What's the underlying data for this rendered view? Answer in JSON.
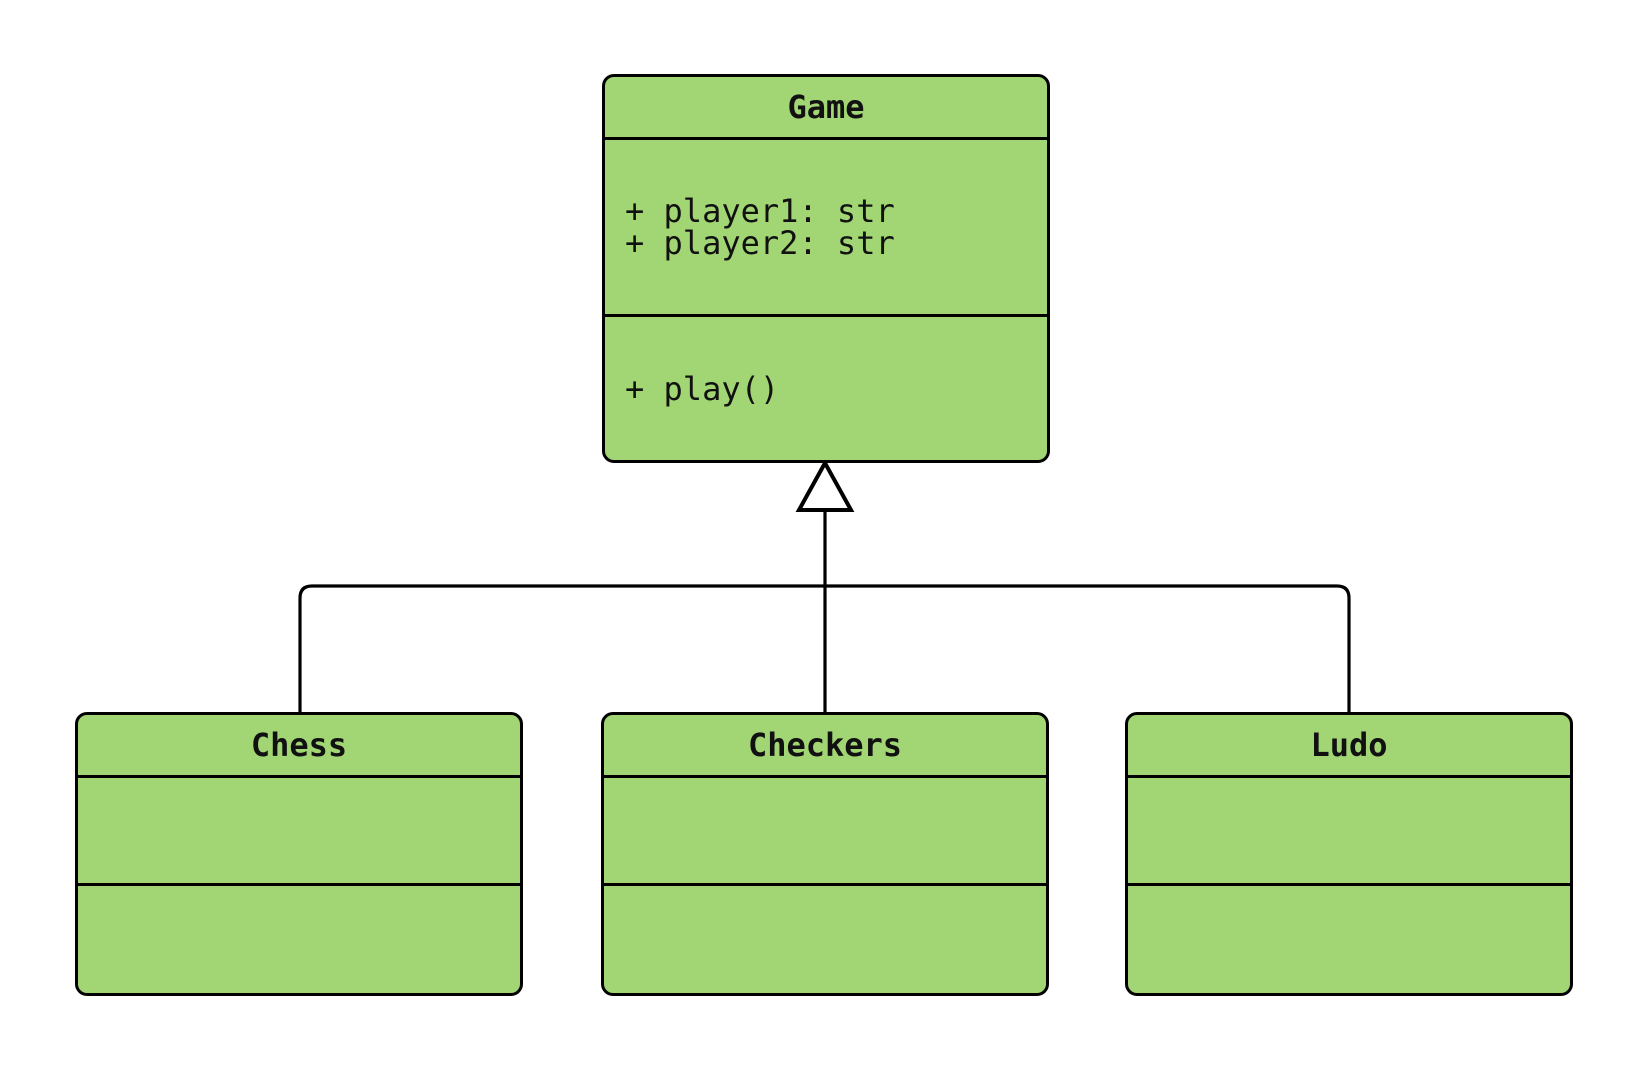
{
  "diagram": {
    "type": "uml-class-diagram",
    "background": "#ffffff",
    "node_fill": "#a2d573",
    "node_stroke": "#000000",
    "classes": [
      {
        "id": "game",
        "name": "Game",
        "attributes": [
          "+ player1: str",
          "+ player2: str"
        ],
        "methods": [
          "+ play()"
        ]
      },
      {
        "id": "chess",
        "name": "Chess",
        "attributes": [],
        "methods": []
      },
      {
        "id": "checkers",
        "name": "Checkers",
        "attributes": [],
        "methods": []
      },
      {
        "id": "ludo",
        "name": "Ludo",
        "attributes": [],
        "methods": []
      }
    ],
    "relations": [
      {
        "from": "Chess",
        "to": "Game",
        "type": "inheritance"
      },
      {
        "from": "Checkers",
        "to": "Game",
        "type": "inheritance"
      },
      {
        "from": "Ludo",
        "to": "Game",
        "type": "inheritance"
      }
    ]
  }
}
